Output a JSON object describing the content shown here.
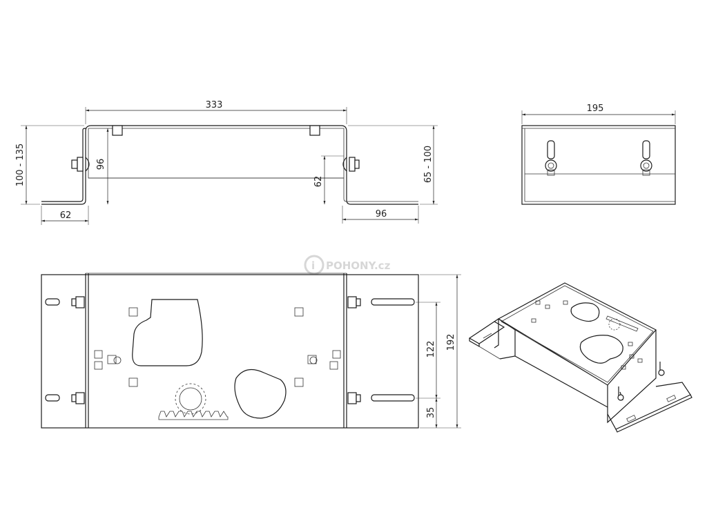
{
  "logo": {
    "text": "POHONY.cz"
  },
  "front_view": {
    "dim_width": "333",
    "dim_height_left": "100 - 135",
    "dim_height_right": "65 - 100",
    "dim_inner_left": "96",
    "dim_inner_right": "62",
    "dim_flange_left": "62",
    "dim_flange_right": "96"
  },
  "side_view": {
    "dim_width": "195"
  },
  "top_view": {
    "dim_depth": "192",
    "dim_slot_spacing": "122",
    "dim_slot_offset": "35"
  }
}
